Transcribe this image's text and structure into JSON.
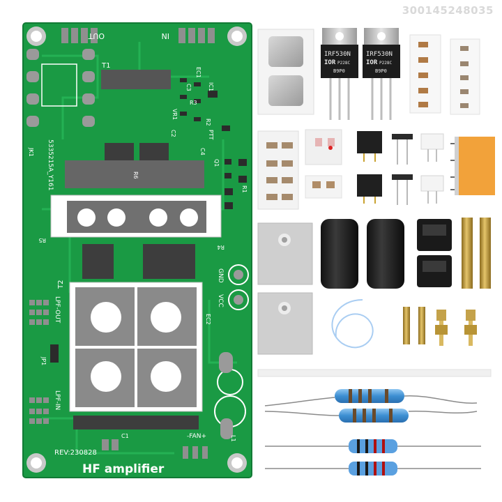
{
  "watermark": "300145248035",
  "board": {
    "title": "HF amplifier",
    "revision": "REV:230828",
    "labels": {
      "out": "OUT",
      "in": "IN",
      "t1": "T1",
      "t2": "T2",
      "gnd": "GND",
      "vcc": "VCC",
      "lpf_out": "LPF-OUT",
      "lpf_in": "LPF-IN",
      "jp1": "JP1",
      "jk1": "JK1",
      "fan": "-FAN+",
      "ec1": "EC1",
      "ec2": "EC2",
      "c1": "C1",
      "c2": "C2",
      "c3": "C3",
      "c4": "C4",
      "l1": "L1",
      "r1": "R1",
      "r2": "R2",
      "r3": "R3",
      "r4": "R4",
      "r5": "R5",
      "r6": "R6",
      "q1": "Q1",
      "vr1": "VR1",
      "ic1": "IC1",
      "ptt": "PTT",
      "part_code": "5335215A_Y161"
    }
  },
  "parts": {
    "mosfet_marking": "IRF530N",
    "mosfet_logo": "IOR",
    "mosfet_codes": [
      "P228C",
      "B9P0"
    ]
  }
}
